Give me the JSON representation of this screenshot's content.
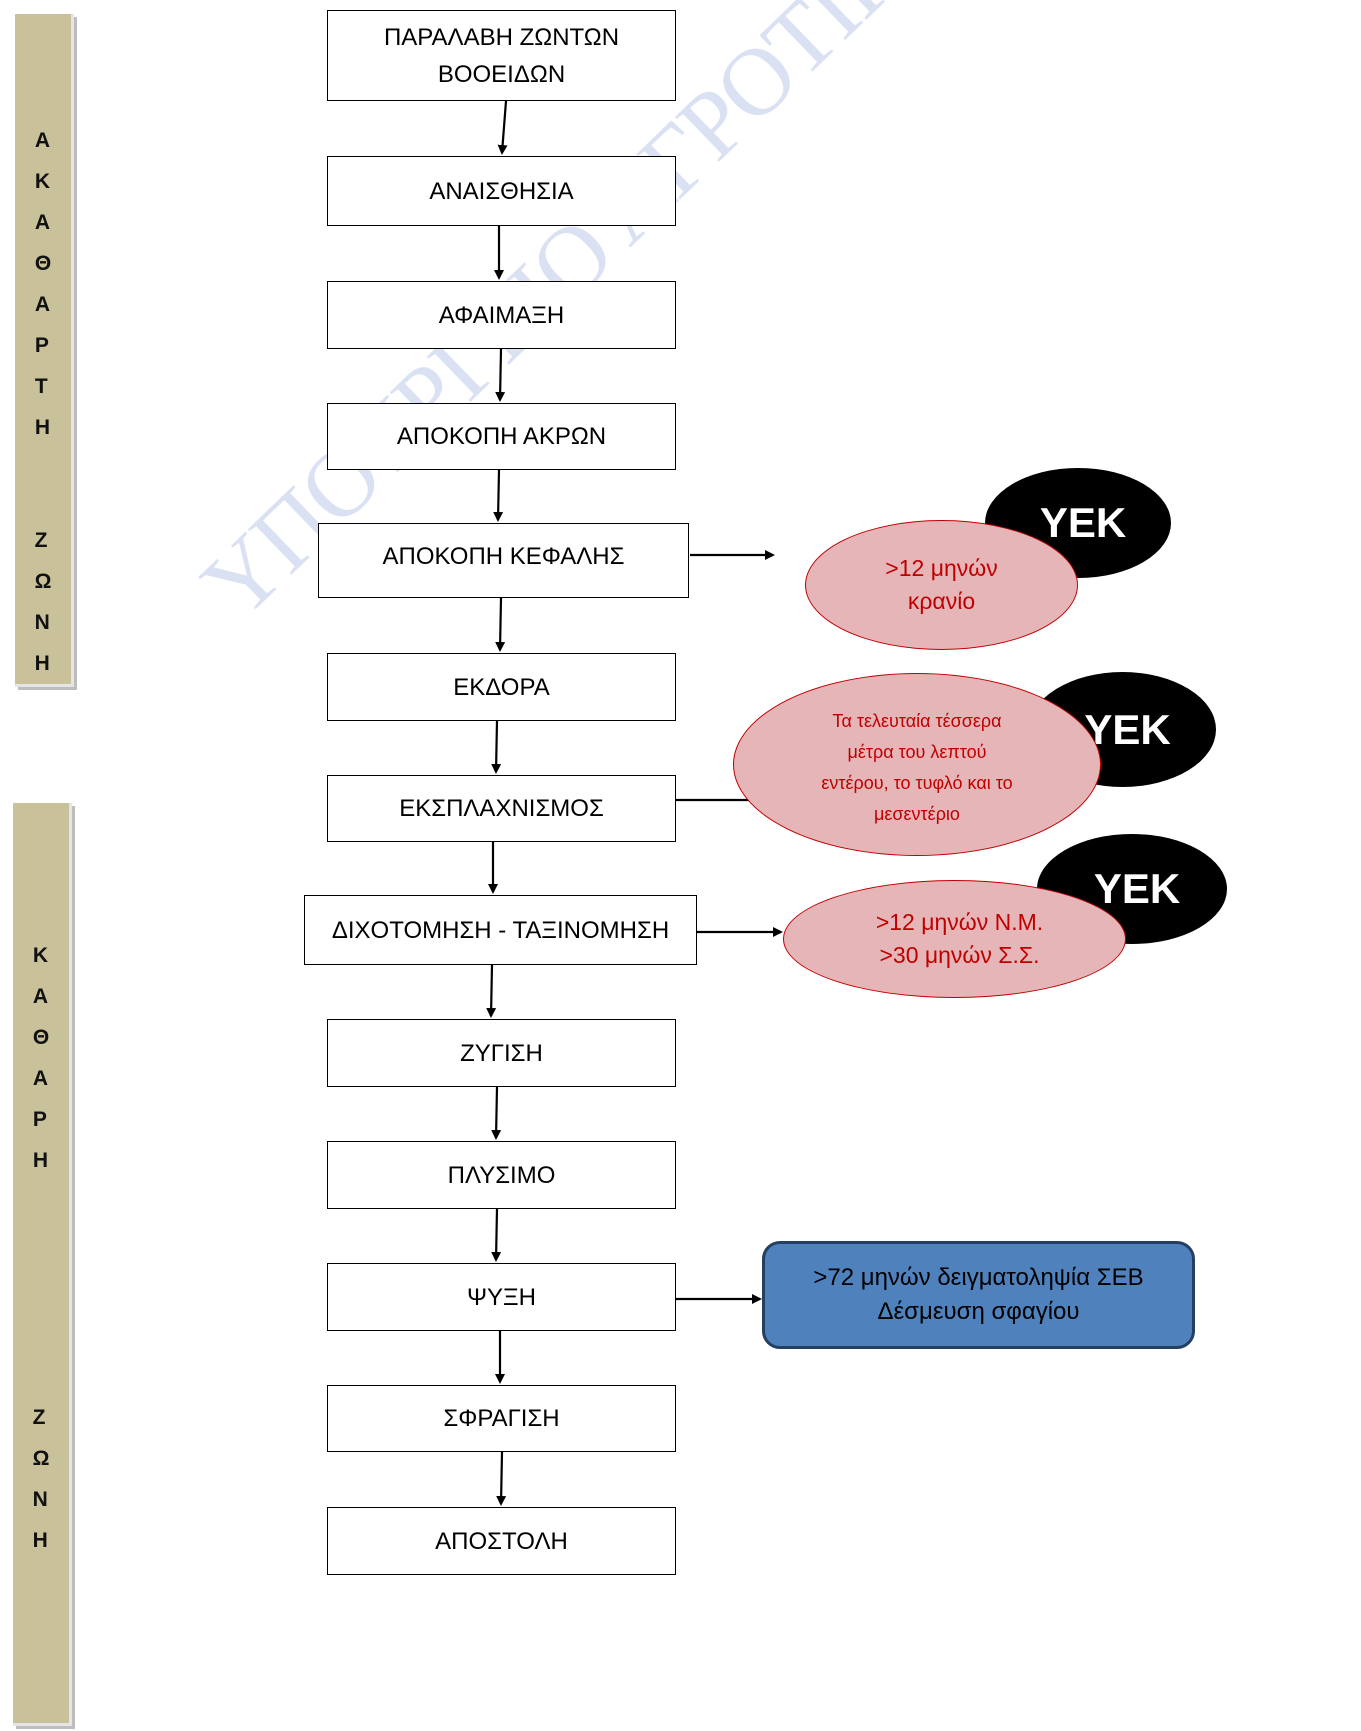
{
  "diagram": {
    "watermark_text": "ΥΠΟΥΡΓΕΙΟ ΑΓΡΟΤΙΚΗΣ ΑΝΑΠΤΥΞΗΣ ΚΑΙ ΤΡΟΦΙΜΩΝ",
    "zones": {
      "unclean": {
        "word1": [
          "Α",
          "Κ",
          "Α",
          "Θ",
          "Α",
          "Ρ",
          "Τ",
          "Η"
        ],
        "word2": [
          "Ζ",
          "Ω",
          "Ν",
          "Η"
        ]
      },
      "clean": {
        "word1": [
          "Κ",
          "Α",
          "Θ",
          "Α",
          "Ρ",
          "Η"
        ],
        "word2": [
          "Ζ",
          "Ω",
          "Ν",
          "Η"
        ]
      }
    },
    "steps": [
      "ΠΑΡΑΛΑΒΗ ΖΩΝΤΩΝ ΒΟΟΕΙΔΩΝ",
      "ΑΝΑΙΣΘΗΣΙΑ",
      "ΑΦΑΙΜΑΞΗ",
      "ΑΠΟΚΟΠΗ ΑΚΡΩΝ",
      "ΑΠΟΚΟΠΗ ΚΕΦΑΛΗΣ",
      "ΕΚΔΟΡΑ",
      "ΕΚΣΠΛΑΧΝΙΣΜΟΣ",
      "ΔΙΧΟΤΟΜΗΣΗ - ΤΑΞΙΝΟΜΗΣΗ",
      "ΖΥΓΙΣΗ",
      "ΠΛΥΣΙΜΟ",
      "ΨΥΞΗ",
      "ΣΦΡΑΓΙΣΗ",
      "ΑΠΟΣΤΟΛΗ"
    ],
    "notes": {
      "head": {
        "line1": ">12 μηνών",
        "line2": "κρανίο"
      },
      "evisceration": {
        "line1": "Τα τελευταία τέσσερα",
        "line2": "μέτρα του λεπτού",
        "line3": "εντέρου, το τυφλό και το",
        "line4": "μεσεντέριο"
      },
      "split": {
        "line1": ">12 μηνών Ν.Μ.",
        "line2": ">30 μηνών Σ.Σ."
      },
      "chill": {
        "line1": ">72 μηνών δειγματοληψία ΣΕΒ",
        "line2": "Δέσμευση σφαγίου"
      }
    },
    "bubble_label": "ΥΕΚ",
    "colors": {
      "zone_bar": "#c8c19a",
      "note_fill": "#e6b5b8",
      "note_text": "#c00000",
      "blue_box": "#4f81bd",
      "blue_border": "#243f60"
    }
  }
}
